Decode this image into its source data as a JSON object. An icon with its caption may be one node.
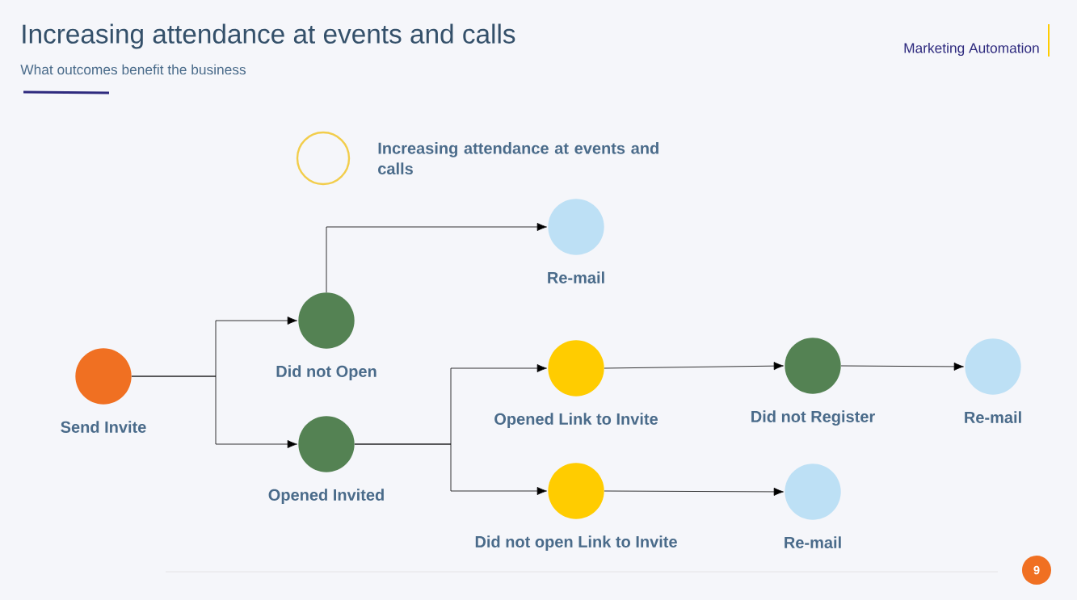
{
  "diagram": {
    "title": "Increasing attendance at events and calls",
    "nodes": [
      {
        "text": [
          "Send Invite"
        ]
      },
      {
        "text": [
          "Did not Open"
        ]
      },
      {
        "text": [
          "Opened Invited"
        ]
      },
      {
        "text": [
          "Re-mail"
        ]
      },
      {
        "text": [
          "Opened Link to Invite"
        ]
      },
      {
        "text": [
          "Did not open Link to Invite"
        ]
      },
      {
        "text": [
          "Did not Register"
        ]
      },
      {
        "text": [
          "Re-mail"
        ]
      },
      {
        "text": [
          "Re-mail"
        ]
      },
      {
        "text": [
          "9"
        ]
      }
    ],
    "edges": [
      {
        "from": 0,
        "to": 1,
        "arrow": "to"
      },
      {
        "from": 0,
        "to": 2,
        "arrow": "to"
      },
      {
        "from": 1,
        "to": 3,
        "arrow": "to"
      },
      {
        "from": 2,
        "to": 4,
        "arrow": "to"
      },
      {
        "from": 2,
        "to": 5,
        "arrow": "to"
      },
      {
        "from": 4,
        "to": 6,
        "arrow": "to"
      },
      {
        "from": 6,
        "to": 8,
        "arrow": "to"
      },
      {
        "from": 5,
        "to": 7,
        "arrow": "to"
      }
    ],
    "labels": [
      "What outcomes benefit the business",
      "Marketing Automation"
    ],
    "legend": [
      {
        "text": "Increasing attendance at events and calls"
      }
    ]
  }
}
